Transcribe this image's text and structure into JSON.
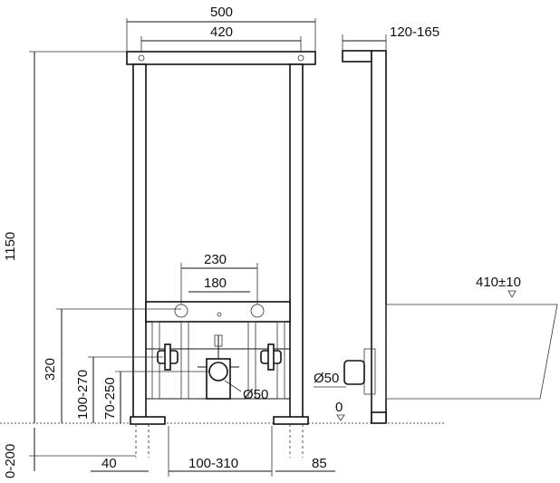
{
  "dimensions": {
    "frame_width": "500",
    "mount_spacing": "420",
    "frame_height": "1150",
    "fitting_spacing_outer": "230",
    "fitting_spacing_inner": "180",
    "drain_height": "320",
    "supply_height": "100-270",
    "drain_center": "70-250",
    "drain_pipe_front": "Ø50",
    "drain_pipe_side": "Ø50",
    "foot_extension": "0-200",
    "foot_offset": "40",
    "foot_range": "100-310",
    "foot_side": "85",
    "depth": "120-165",
    "bidet_height": "410±10",
    "floor_zero": "0"
  }
}
